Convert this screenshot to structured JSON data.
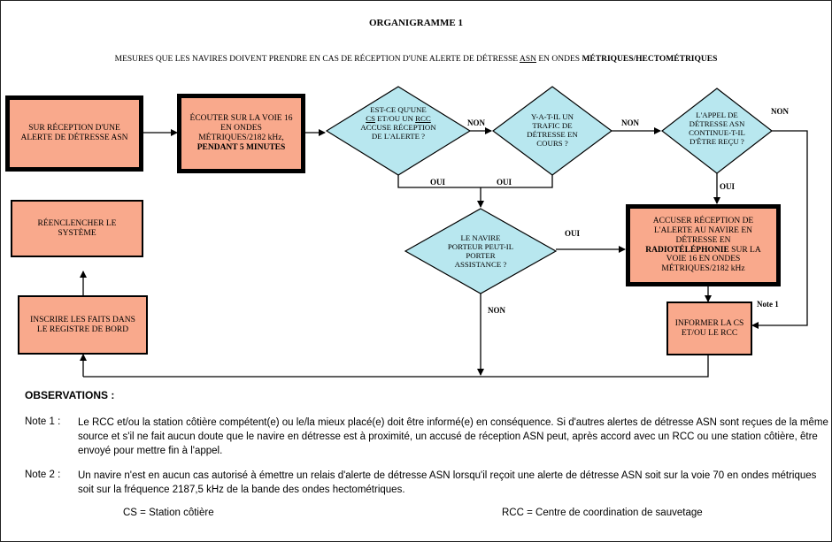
{
  "header": {
    "title": "ORGANIGRAMME 1",
    "subtitle_a": "MESURES QUE LES NAVIRES DOIVENT PRENDRE EN CAS DE RÉCEPTION D'UNE ALERTE DE DÉTRESSE ",
    "subtitle_u": "ASN",
    "subtitle_b": " EN ONDES ",
    "subtitle_bold": "MÉTRIQUES/HECTOMÉTRIQUES"
  },
  "boxes": {
    "receive": "SUR RÉCEPTION D'UNE ALERTE DE DÉTRESSE ASN",
    "listen_a": "ÉCOUTER SUR LA VOIE 16 EN ONDES MÉTRIQUES/2182 kHz,",
    "listen_b": "PENDANT 5 MINUTES",
    "reset": "RÉENCLENCHER LE SYSTÈME",
    "log": "INSCRIRE LES FAITS DANS LE REGISTRE DE BORD",
    "ack_a": "ACCUSER RÉCEPTION DE L'ALERTE AU NAVIRE EN DÉTRESSE EN",
    "ack_b": "RADIOTÉLÉPHONIE",
    "ack_c": "SUR LA VOIE 16 EN ONDES MÉTRIQUES/2182 kHz",
    "inform": "INFORMER LA CS ET/OU LE RCC"
  },
  "decisions": {
    "d1_a": "EST-CE QU'UNE",
    "d1_cs": "CS",
    "d1_mid": " ET/OU UN ",
    "d1_rcc": "RCC",
    "d1_b": "ACCUSE RÉCEPTION DE L'ALERTE ?",
    "d2": "Y-A-T-IL UN TRAFIC DE DÉTRESSE EN COURS ?",
    "d3": "L'APPEL DE DÉTRESSE ASN CONTINUE-T-IL D'ÊTRE REÇU ?",
    "d4": "LE NAVIRE PORTEUR PEUT-IL PORTER ASSISTANCE ?"
  },
  "labels": {
    "non": "NON",
    "oui": "OUI",
    "note1": "Note 1"
  },
  "observations": {
    "title": "OBSERVATIONS :",
    "note1_label": "Note 1 :",
    "note1_text": "Le RCC et/ou la station côtière compétent(e) ou le/la mieux placé(e) doit être informé(e) en conséquence. Si d'autres alertes de détresse ASN sont reçues de la même source et s'il ne fait aucun doute que le navire en détresse est à proximité, un accusé de réception ASN peut, après accord avec un RCC ou une station côtière, être envoyé pour mettre fin à l'appel.",
    "note2_label": "Note 2 :",
    "note2_text": "Un navire n'est en aucun cas autorisé à émettre un relais d'alerte de détresse ASN lorsqu'il reçoit une alerte de détresse ASN soit sur la voie 70 en ondes métriques soit sur la fréquence 2187,5 kHz de la bande des ondes hectométriques."
  },
  "legend": {
    "cs": "CS = Station côtière",
    "rcc": "RCC = Centre de coordination de sauvetage"
  },
  "colors": {
    "box_fill": "#f9a98c",
    "diamond_fill": "#b8e7ef"
  }
}
